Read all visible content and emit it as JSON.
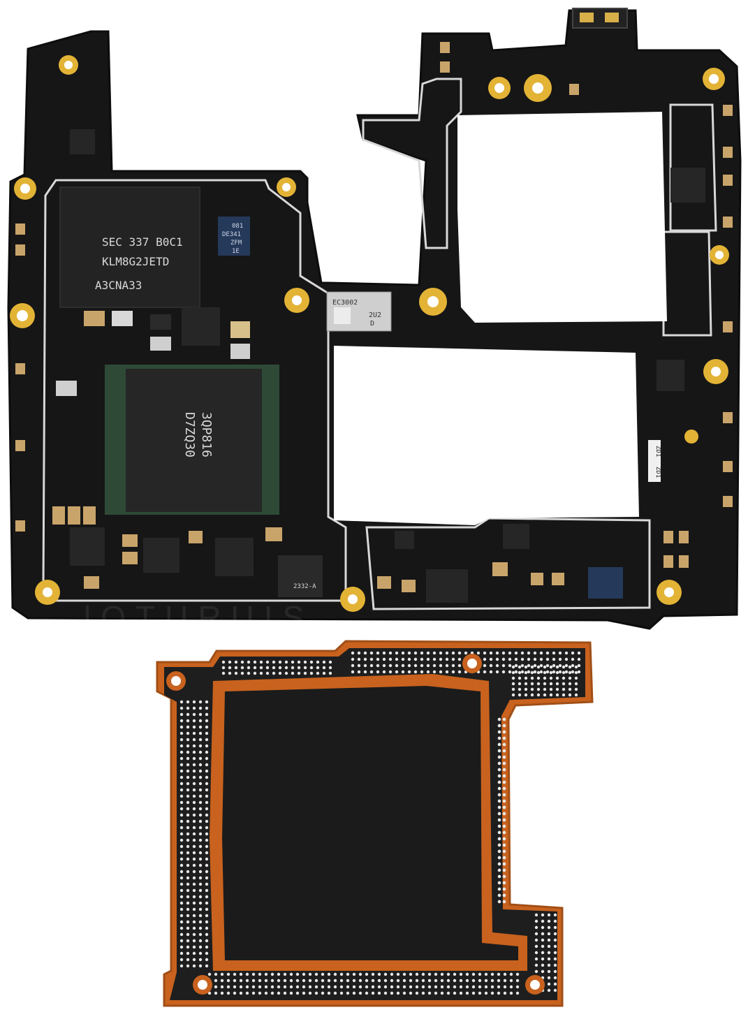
{
  "image": {
    "description": "",
    "colors": {
      "background": "#ffffff",
      "pcb": "#1a1a1a",
      "pcb_edge": "#0f0f0f",
      "shield_outline": "#d8d8d8",
      "gold": "#e3b336",
      "chip_black": "#232323",
      "chip_green": "#2e4a36",
      "flex_orange": "#c8621e",
      "flex_dark": "#1b1b1b",
      "flex_dots": "#e9e9e9"
    }
  },
  "labels": {
    "flash_line1": "SEC 337 B0C1",
    "flash_line2": "KLM8G2JETD",
    "flash_line3": "A3CNA33",
    "blue_chip_line1": "081",
    "blue_chip_line2": "DE341",
    "blue_chip_line3": "ZFM",
    "blue_chip_line4": "1E",
    "soc_line1": "3QP816",
    "soc_line2": "D7ZQ30",
    "center_chip_line1": "EC3002",
    "center_chip_line2": "2U2",
    "center_chip_line3": "D",
    "zd_label_1": "ZD1",
    "zd_label_2": "ZD1",
    "pmic_label": "2332-A",
    "watermark": "lOTURUIS"
  }
}
